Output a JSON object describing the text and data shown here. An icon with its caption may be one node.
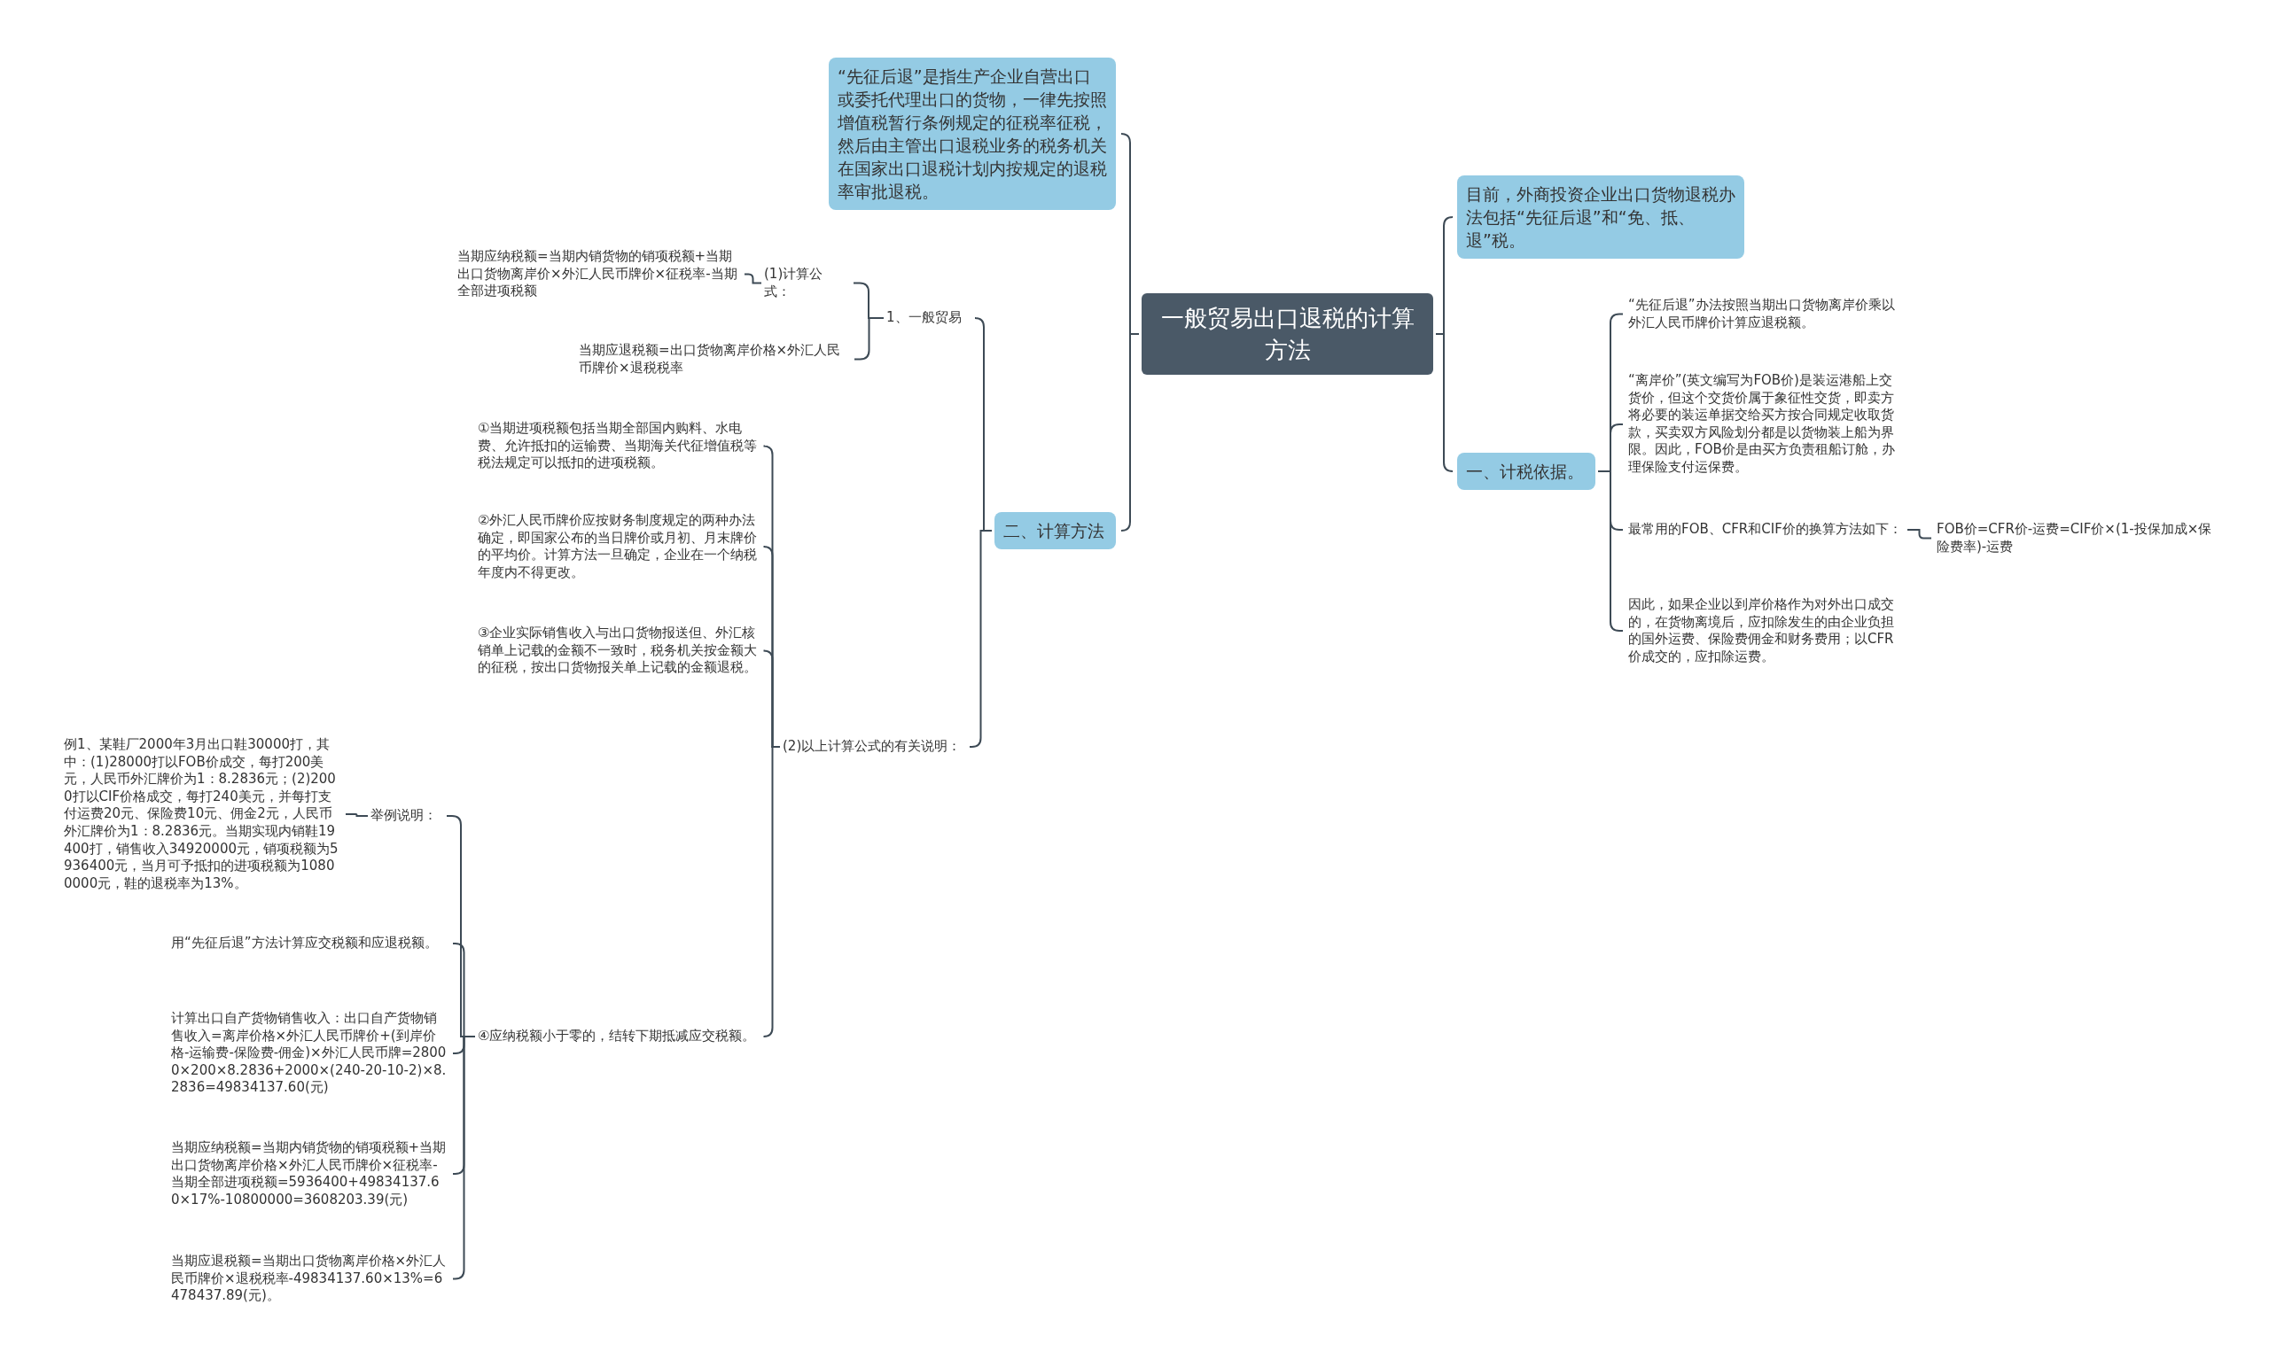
{
  "diagram": {
    "nodes": [
      {
        "text": [
          "一般贸易出口退税的计算方法"
        ]
      },
      {
        "text": [
          "“先征后退”是指生产企业自营出口或委托代理出口的货物，一律先按照增值税暂行条例规定的征税率征税，然后由主管出口退税业务的税务机关在国家出口退税计划内按规定的退税率审批退税。"
        ]
      },
      {
        "text": [
          "二、计算方法"
        ]
      },
      {
        "text": [
          "1、一般贸易"
        ]
      },
      {
        "text": [
          "(1)计算公式："
        ]
      },
      {
        "text": [
          "当期应纳税额=当期内销货物的销项税额+当期出口货物离岸价×外汇人民币牌价×征税率-当期全部进项税额"
        ]
      },
      {
        "text": [
          "当期应退税额=出口货物离岸价格×外汇人民币牌价×退税税率"
        ]
      },
      {
        "text": [
          "(2)以上计算公式的有关说明："
        ]
      },
      {
        "text": [
          "①当期进项税额包括当期全部国内购料、水电费、允许抵扣的运输费、当期海关代征增值税等税法规定可以抵扣的进项税额。"
        ]
      },
      {
        "text": [
          "②外汇人民币牌价应按财务制度规定的两种办法确定，即国家公布的当日牌价或月初、月末牌价的平均价。计算方法一旦确定，企业在一个纳税年度内不得更改。"
        ]
      },
      {
        "text": [
          "③企业实际销售收入与出口货物报送但、外汇核销单上记载的金额不一致时，税务机关按金额大的征税，按出口货物报关单上记载的金额退税。"
        ]
      },
      {
        "text": [
          "④应纳税额小于零的，结转下期抵减应交税额。"
        ]
      },
      {
        "text": [
          "举例说明："
        ]
      },
      {
        "text": [
          "例1、某鞋厂2000年3月出口鞋30000打，其中：(1)28000打以FOB价成交，每打200美元，人民币外汇牌价为1：8.2836元；(2)2000打以CIF价格成交，每打240美元，并每打支付运费20元、保险费10元、佣金2元，人民币外汇牌价为1：8.2836元。当期实现内销鞋19400打，销售收入34920000元，销项税额为5936400元，当月可予抵扣的进项税额为10800000元，鞋的退税率为13%。"
        ]
      },
      {
        "text": [
          "用“先征后退”方法计算应交税额和应退税额。"
        ]
      },
      {
        "text": [
          "计算出口自产货物销售收入：出口自产货物销售收入=离岸价格×外汇人民币牌价+(到岸价格-运输费-保险费-佣金)×外汇人民币牌=28000×200×8.2836+2000×(240-20-10-2)×8.2836=49834137.60(元)"
        ]
      },
      {
        "text": [
          "当期应纳税额=当期内销货物的销项税额+当期出口货物离岸价格×外汇人民币牌价×征税率-当期全部进项税额=5936400+49834137.60×17%-10800000=3608203.39(元)"
        ]
      },
      {
        "text": [
          "当期应退税额=当期出口货物离岸价格×外汇人民币牌价×退税税率-49834137.60×13%=6478437.89(元)。"
        ]
      },
      {
        "text": [
          "目前，外商投资企业出口货物退税办法包括“先征后退”和“免、抵、退”税。"
        ]
      },
      {
        "text": [
          "一、计税依据。"
        ]
      },
      {
        "text": [
          "“先征后退”办法按照当期出口货物离岸价乘以外汇人民币牌价计算应退税额。"
        ]
      },
      {
        "text": [
          "“离岸价”(英文编写为FOB价)是装运港船上交货价，但这个交货价属于象征性交货，即卖方将必要的装运单据交给买方按合同规定收取货款，买卖双方风险划分都是以货物装上船为界限。因此，FOB价是由买方负责租船订舱，办理保险支付运保费。"
        ]
      },
      {
        "text": [
          "最常用的FOB、CFR和CIF价的换算方法如下："
        ]
      },
      {
        "text": [
          "FOB价=CFR价-运费=CIF价×(1-投保加成×保险费率)-运费"
        ]
      },
      {
        "text": [
          "因此，如果企业以到岸价格作为对外出口成交的，在货物离境后，应扣除发生的由企业负担的国外运费、保险费佣金和财务费用；以CFR价成交的，应扣除运费。"
        ]
      }
    ],
    "edges": [
      {
        "from": 0,
        "to": 1,
        "arrow": "none"
      },
      {
        "from": 0,
        "to": 2,
        "arrow": "none"
      },
      {
        "from": 2,
        "to": 3,
        "arrow": "none"
      },
      {
        "from": 3,
        "to": 4,
        "arrow": "none"
      },
      {
        "from": 4,
        "to": 5,
        "arrow": "none"
      },
      {
        "from": 3,
        "to": 6,
        "arrow": "none"
      },
      {
        "from": 2,
        "to": 7,
        "arrow": "none"
      },
      {
        "from": 7,
        "to": 8,
        "arrow": "none"
      },
      {
        "from": 7,
        "to": 9,
        "arrow": "none"
      },
      {
        "from": 7,
        "to": 10,
        "arrow": "none"
      },
      {
        "from": 7,
        "to": 11,
        "arrow": "none"
      },
      {
        "from": 11,
        "to": 12,
        "arrow": "none"
      },
      {
        "from": 12,
        "to": 13,
        "arrow": "none"
      },
      {
        "from": 11,
        "to": 14,
        "arrow": "none"
      },
      {
        "from": 11,
        "to": 15,
        "arrow": "none"
      },
      {
        "from": 11,
        "to": 16,
        "arrow": "none"
      },
      {
        "from": 11,
        "to": 17,
        "arrow": "none"
      },
      {
        "from": 0,
        "to": 18,
        "arrow": "none"
      },
      {
        "from": 0,
        "to": 19,
        "arrow": "none"
      },
      {
        "from": 19,
        "to": 20,
        "arrow": "none"
      },
      {
        "from": 19,
        "to": 21,
        "arrow": "none"
      },
      {
        "from": 19,
        "to": 22,
        "arrow": "none"
      },
      {
        "from": 22,
        "to": 23,
        "arrow": "none"
      },
      {
        "from": 19,
        "to": 24,
        "arrow": "none"
      }
    ]
  }
}
